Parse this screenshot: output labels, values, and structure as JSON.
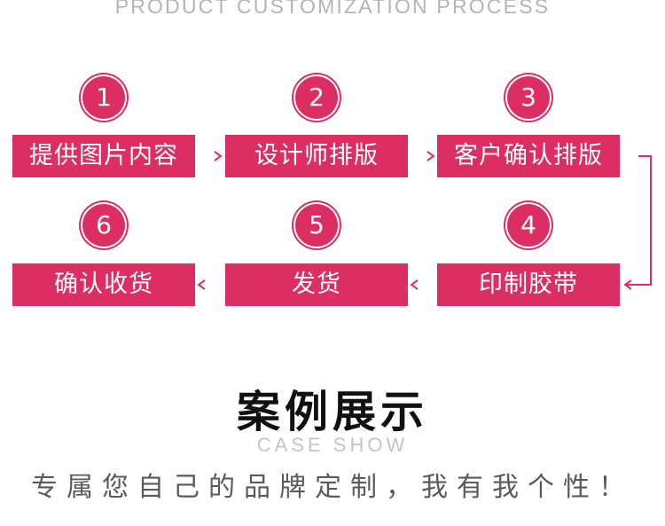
{
  "header": {
    "subtitle": "PRODUCT CUSTOMIZATION PROCESS"
  },
  "process": {
    "steps": [
      {
        "number": "1",
        "label": "提供图片内容"
      },
      {
        "number": "2",
        "label": "设计师排版"
      },
      {
        "number": "3",
        "label": "客户确认排版"
      },
      {
        "number": "4",
        "label": "印制胶带"
      },
      {
        "number": "5",
        "label": "发货"
      },
      {
        "number": "6",
        "label": "确认收货"
      }
    ]
  },
  "case_section": {
    "title": "案例展示",
    "subtitle": "CASE SHOW",
    "slogan": "专属您自己的品牌定制，我有我个性！"
  },
  "colors": {
    "accent": "#dd2e63",
    "subtitle_gray": "#b4b4b4",
    "slogan_gray": "#5a5a5a"
  }
}
